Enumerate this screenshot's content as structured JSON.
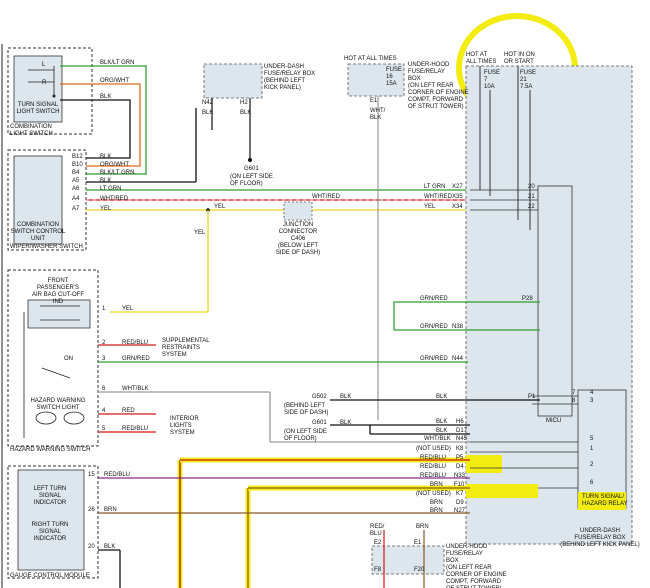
{
  "colors": {
    "green": "#2e9e2e",
    "orange": "#e06a18",
    "yellow": "#e8d81a",
    "red": "#d01818",
    "purple": "#8a2a8a",
    "gray": "#9a9a9a",
    "brown": "#8a5a22",
    "box_fill": "#dce6ec",
    "highlight": "#f2ec10",
    "dark_red": "#8a0f0f"
  },
  "combo_switch": {
    "pos_l": "L",
    "pos_r": "R",
    "label": "TURN SIGNAL\nLIGHT SWITCH",
    "outer_label": "COMBINATION\nLIGHT SWITCH",
    "wires": [
      "BLK/LT GRN",
      "ORG/WHT",
      "BLK"
    ]
  },
  "wiper_unit": {
    "label": "COMBINATION\nSWITCH CONTROL\nUNIT",
    "outer_label": "WIPER/WASHER SWITCH",
    "pins": [
      "B12",
      "B10",
      "B4",
      "A5",
      "A6",
      "A4",
      "A7"
    ],
    "wires": [
      "BLK",
      "ORG/WHT",
      "BLK/LT GRN",
      "BLK",
      "LT GRN",
      "WHT/RED",
      "YEL"
    ]
  },
  "under_dash_top": {
    "label": "UNDER-DASH\nFUSE/RELAY BOX\n(BEHIND LEFT\nKICK PANEL)",
    "pins": [
      "N42",
      "H2"
    ],
    "wire_left": "BLK",
    "wire_right": "BLK",
    "ground": "G601",
    "ground_label": "(ON LEFT SIDE\nOF FLOOR)"
  },
  "hot_all_times": {
    "title": "HOT AT ALL TIMES",
    "fuse": "FUSE\n16\n15A",
    "box_label": "UNDER-HOOD\nFUSE/RELAY\nBOX\n(ON LEFT REAR\nCORNER OF ENGINE\nCOMPT, FORWARD\nOF STRUT TOWER)",
    "pin": "E1",
    "wire": "WHT/\nBLK"
  },
  "hot_right": {
    "title_a": "HOT AT\nALL TIMES",
    "title_b": "HOT IN ON\nOR START",
    "fuse_a": "FUSE\n7\n10A",
    "fuse_b": "FUSE\n21\n7.5A"
  },
  "junction": {
    "label": "JUNCTION\nCONNECTOR\nC406\n(BELOW LEFT\nSIDE OF DASH)",
    "wire_yel": "YEL"
  },
  "main_wires": [
    {
      "label": "LT GRN",
      "pin": "X27",
      "num": "20"
    },
    {
      "label": "WHT/RED",
      "pin": "X35",
      "num": "21"
    },
    {
      "label": "YEL",
      "pin": "X34",
      "num": "22"
    }
  ],
  "hazard": {
    "airbag_label": "FRONT\nPASSENGER'S\nAIR BAG CUT-OFF\nIND",
    "light_label": "HAZARD WARNING\nSWITCH LIGHT",
    "switch_on": "ON",
    "outer_label": "HAZARD WARNING SWITCH",
    "pins": [
      "1",
      "2",
      "3",
      "6",
      "4",
      "5"
    ],
    "wires": [
      "YEL",
      "RED/BLU",
      "GRN/RED",
      "WHT/BLK",
      "RED",
      "RED/BLU"
    ],
    "srs": "SUPPLEMENTAL\nRESTRAINTS\nSYSTEM",
    "interior": "INTERIOR\nLIGHTS\nSYSTEM"
  },
  "micu_pins": [
    {
      "wire": "GRN/RED",
      "pin": "P28"
    },
    {
      "wire": "GRN/RED",
      "pin": "N38"
    },
    {
      "wire": "GRN/RED",
      "pin": "N44"
    },
    {
      "wire": "BLK",
      "pin": "P1"
    },
    {
      "wire": "BLK",
      "pin": "H6"
    },
    {
      "wire": "BLK",
      "pin": "D17"
    },
    {
      "wire": "WHT/BLK",
      "pin": "N45"
    },
    {
      "wire": "(NOT USED)",
      "pin": "K8"
    },
    {
      "wire": "RED/BLU",
      "pin": "P5"
    },
    {
      "wire": "RED/BLU",
      "pin": "D4"
    },
    {
      "wire": "RED/BLU",
      "pin": "N33"
    },
    {
      "wire": "BRN",
      "pin": "F10"
    },
    {
      "wire": "(NOT USED)",
      "pin": "K7"
    },
    {
      "wire": "BRN",
      "pin": "D9"
    },
    {
      "wire": "BRN",
      "pin": "N27"
    }
  ],
  "grounds": {
    "g502": "G502",
    "g502_label": "(BEHIND LEFT\nSIDE OF DASH)",
    "g601": "G601",
    "g601_label": "(ON LEFT SIDE\nOF FLOOR)",
    "wire": "BLK"
  },
  "micu": {
    "label": "MICU",
    "relay_label": "TURN SIGNAL/\nHAZARD RELAY",
    "box_label": "UNDER-DASH\nFUSE/RELAY BOX\n(BEHIND LEFT KICK PANEL)",
    "relay_pins": [
      "7",
      "4",
      "8",
      "3",
      "5",
      "1",
      "2",
      "6"
    ]
  },
  "gauge": {
    "left_label": "LEFT TURN\nSIGNAL\nINDICATOR",
    "right_label": "RIGHT TURN\nSIGNAL\nINDICATOR",
    "outer_label": "GAUGE CONTROL MODULE",
    "pins": [
      "15",
      "26",
      "20"
    ],
    "wires": [
      "RED/BLU",
      "BRN",
      "BLK"
    ]
  },
  "hood_bottom": {
    "wire_a": "RED/\nBLU",
    "wire_b": "BRN",
    "pins": [
      "E2",
      "E1",
      "F8",
      "F20"
    ],
    "label": "UNDER-HOOD\nFUSE/RELAY\nBOX\n(ON LEFT REAR\nCORNER OF ENGINE\nCOMPT, FORWARD\nOF STRUT TOWER)"
  }
}
